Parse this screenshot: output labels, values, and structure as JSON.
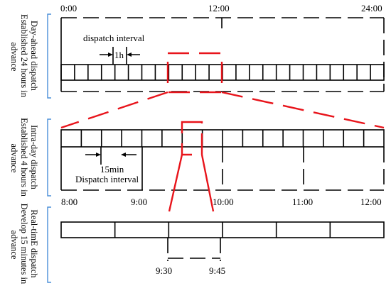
{
  "panel1": {
    "label_lines": [
      "Day-ahead dispatch",
      "Established 24 hours in",
      "advance"
    ],
    "time_labels": [
      "0:00",
      "12:00",
      "24:00"
    ],
    "interval_title": "dispatch interval",
    "interval_value": "1h"
  },
  "panel2": {
    "label_lines": [
      "Intra-day dispatch",
      "Established 4 hours in",
      "advance"
    ],
    "time_labels": [
      "8:00",
      "9:00",
      "10:00",
      "11:00",
      "12:00"
    ],
    "interval_value": "15min",
    "interval_title": "Dispatch interval"
  },
  "panel3": {
    "label_lines": [
      "Real-timE dispatch",
      "Develop 15 minutes in",
      "advance"
    ],
    "time_labels": [
      "9:30",
      "9:45"
    ]
  },
  "colors": {
    "zoom": "#e8141b",
    "bracket": "#4a8fd8",
    "line": "#000000"
  }
}
